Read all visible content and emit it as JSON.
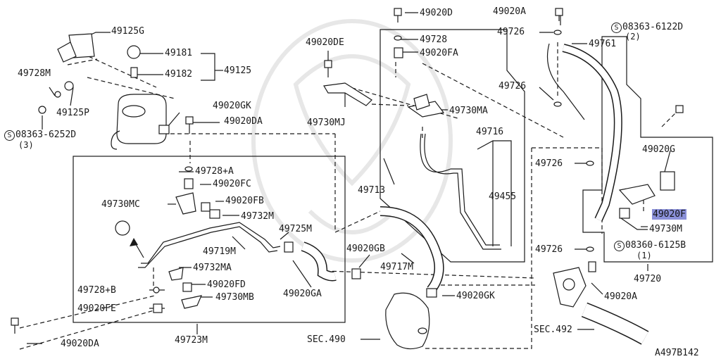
{
  "diagram": {
    "code": "A497B142",
    "highlight_color": "#8a90d8",
    "labels": {
      "p49125G": "49125G",
      "p49181": "49181",
      "p49182": "49182",
      "p49125": "49125",
      "p49728M": "49728M",
      "p49125P": "49125P",
      "p08363_6252D": "08363-6252D",
      "q08363_6252D": "(3)",
      "p49020GK_top": "49020GK",
      "p49020DA_top": "49020DA",
      "p49020DE": "49020DE",
      "p49730MJ": "49730MJ",
      "p49020D": "49020D",
      "p49728": "49728",
      "p49020FA": "49020FA",
      "p49730MA": "49730MA",
      "p49716": "49716",
      "p49713": "49713",
      "p49455": "49455",
      "p49020A_top": "49020A",
      "p49726_1": "49726",
      "p49726_2": "49726",
      "p49726_3": "49726",
      "p49726_4": "49726",
      "p49761": "49761",
      "p08363_6122D": "08363-6122D",
      "q08363_6122D": "(2)",
      "p49020G": "49020G",
      "p49020F": "49020F",
      "p49730M": "49730M",
      "p08360_6125B": "08360-6125B",
      "q08360_6125B": "(1)",
      "p49720": "49720",
      "p49020A_bot": "49020A",
      "p49728A": "49728+A",
      "p49020FC": "49020FC",
      "p49730MC": "49730MC",
      "p49020FB": "49020FB",
      "p49732M": "49732M",
      "p49725M": "49725M",
      "p49719M": "49719M",
      "p49732MA": "49732MA",
      "p49728B": "49728+B",
      "p49020FD": "49020FD",
      "p49020GA": "49020GA",
      "p49730MB": "49730MB",
      "p49020FE": "49020FE",
      "p49723M": "49723M",
      "p49020DA_bot": "49020DA",
      "p49020GB": "49020GB",
      "p49717M": "49717M",
      "p49020GK_bot": "49020GK",
      "sec490": "SEC.490",
      "sec492": "SEC.492",
      "s_symbol": "S"
    }
  }
}
